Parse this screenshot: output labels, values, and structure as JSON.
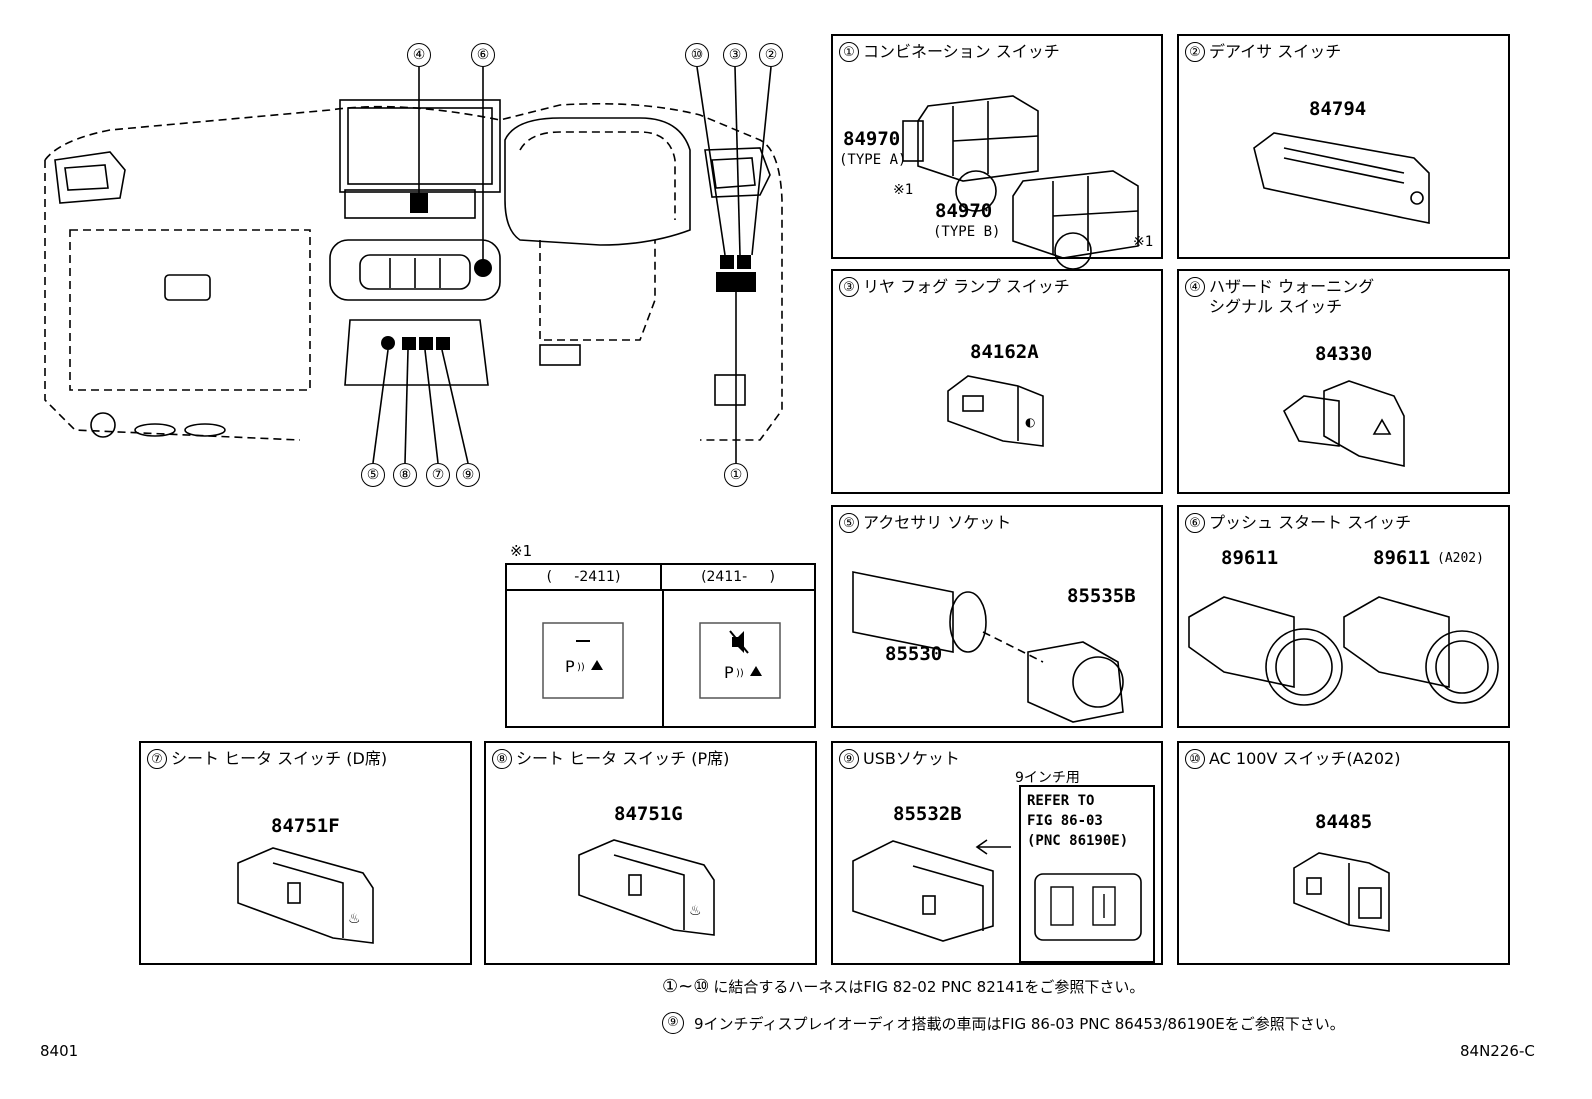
{
  "callouts": [
    "④",
    "⑥",
    "⑩",
    "③",
    "②",
    "⑤",
    "⑧",
    "⑦",
    "⑨",
    "①"
  ],
  "panels": [
    {
      "num": "①",
      "title": "コンビネーション スイッチ",
      "parts": [
        "84970",
        "84970"
      ],
      "subs": [
        "(TYPE A)",
        "(TYPE B)"
      ],
      "marks": [
        "※1",
        "※1"
      ]
    },
    {
      "num": "②",
      "title": "デアイサ スイッチ",
      "parts": [
        "84794"
      ]
    },
    {
      "num": "③",
      "title": "リヤ フォグ ランプ スイッチ",
      "parts": [
        "84162A"
      ]
    },
    {
      "num": "④",
      "title": "ハザード ウォーニング\nシグナル スイッチ",
      "parts": [
        "84330"
      ]
    },
    {
      "num": "⑤",
      "title": "アクセサリ ソケット",
      "parts": [
        "85530",
        "85535B"
      ]
    },
    {
      "num": "⑥",
      "title": "プッシュ スタート スイッチ",
      "parts": [
        "89611",
        "89611"
      ],
      "suffix": "(A202)"
    },
    {
      "num": "⑦",
      "title": "シート ヒータ スイッチ (D席)",
      "parts": [
        "84751F"
      ]
    },
    {
      "num": "⑧",
      "title": "シート ヒータ スイッチ (P席)",
      "parts": [
        "84751G"
      ]
    },
    {
      "num": "⑨",
      "title": "USBソケット",
      "parts": [
        "85532B"
      ],
      "inch_label": "9インチ用",
      "refer": [
        "REFER TO",
        "FIG 86-03",
        "(PNC 86190E)"
      ]
    },
    {
      "num": "⑩",
      "title": "AC 100V スイッチ(A202)",
      "parts": [
        "84485"
      ]
    }
  ],
  "variant_table": {
    "mark": "※1",
    "headers": [
      "(     -2411)",
      "(2411-     )"
    ]
  },
  "notes": [
    {
      "num": "①~⑩",
      "text": "に結合するハーネスはFIG 82-02 PNC 82141をご参照下さい。"
    },
    {
      "num": "⑨",
      "text": "9インチディスプレイオーディオ搭載の車両はFIG 86-03 PNC 86453/86190Eをご参照下さい。"
    }
  ],
  "footer": {
    "left": "8401",
    "right": "84N226-C"
  }
}
